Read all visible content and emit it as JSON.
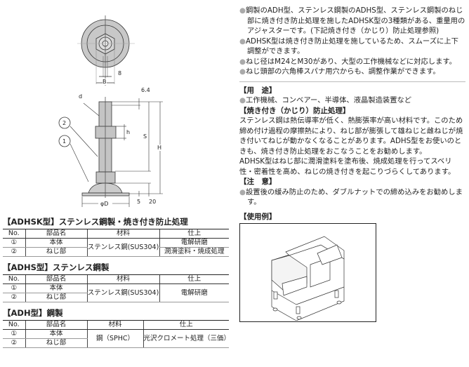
{
  "drawing": {
    "labels": {
      "d": "d",
      "callout_1": "1",
      "callout_2": "2",
      "B": "B",
      "width_8": "8",
      "dim_6_4": "6.4",
      "S": "S",
      "H": "H",
      "h": "h",
      "phiD": "φD",
      "dim_5": "5",
      "dim_20": "20"
    }
  },
  "features": [
    "鋼製のADH型、ステンレス鋼製のADHS型、ステンレス鋼製のねじ部に焼き付き防止処理を施したADHSK型の3種類がある、重量用のアジャスターです。(下記焼き付き（かじり）防止処理参照)",
    "ADHSK型は焼き付き防止処理を施しているため、スムーズに上下調整ができます。",
    "ねじ径はM24とM30があり、大型の工作機械などに対応します。",
    "ねじ頭部の六角棒スパナ用穴からも、調整作業ができます。"
  ],
  "usage": {
    "title": "【用　途】",
    "items": [
      "工作機械、コンベアー、半導体、液晶製造装置など"
    ]
  },
  "anti_seize": {
    "title": "【焼き付き（かじり）防止処理】",
    "paragraphs": [
      "ステンレス鋼は熱伝導率が低く、熱膨張率が高い材料です。このため締め付け過程の摩擦熱により、ねじ部が膨張して雄ねじと雌ねじが焼き付いてねじが動かなくなることがあります。ADHS型をお使いのときも、焼き付き防止処理をおこなうことをお勧めします。",
      "ADHSK型はねじ部に潤滑塗料を塗布後、焼成処理を行ってスベリ性・密着性を高め、ねじの焼き付きを起こりづらくしてあります。"
    ]
  },
  "caution": {
    "title": "【注　意】",
    "items": [
      "設置後の緩み防止のため、ダブルナットでの締め込みをお勧めします。"
    ]
  },
  "example": {
    "title": "【使用例】"
  },
  "tables": [
    {
      "title": "【ADHSK型】ステンレス鋼製・焼き付き防止処理",
      "headers": [
        "No.",
        "部品名",
        "材料",
        "仕上"
      ],
      "rows": [
        [
          "①",
          "本体",
          "ステンレス鋼(SUS304)",
          "電解研磨"
        ],
        [
          "②",
          "ねじ部",
          "",
          "潤滑塗料・焼成処理"
        ]
      ]
    },
    {
      "title": "【ADHS型】ステンレス鋼製",
      "headers": [
        "No.",
        "部品名",
        "材料",
        "仕上"
      ],
      "rows": [
        [
          "①",
          "本体",
          "ステンレス鋼(SUS304)",
          "電解研磨"
        ],
        [
          "②",
          "ねじ部",
          "",
          ""
        ]
      ]
    },
    {
      "title": "【ADH型】鋼製",
      "headers": [
        "No.",
        "部品名",
        "材料",
        "仕上"
      ],
      "rows": [
        [
          "①",
          "本体",
          "鋼（SPHC）",
          "光沢クロメート処理（三価）"
        ],
        [
          "②",
          "ねじ部",
          "",
          ""
        ]
      ]
    }
  ]
}
